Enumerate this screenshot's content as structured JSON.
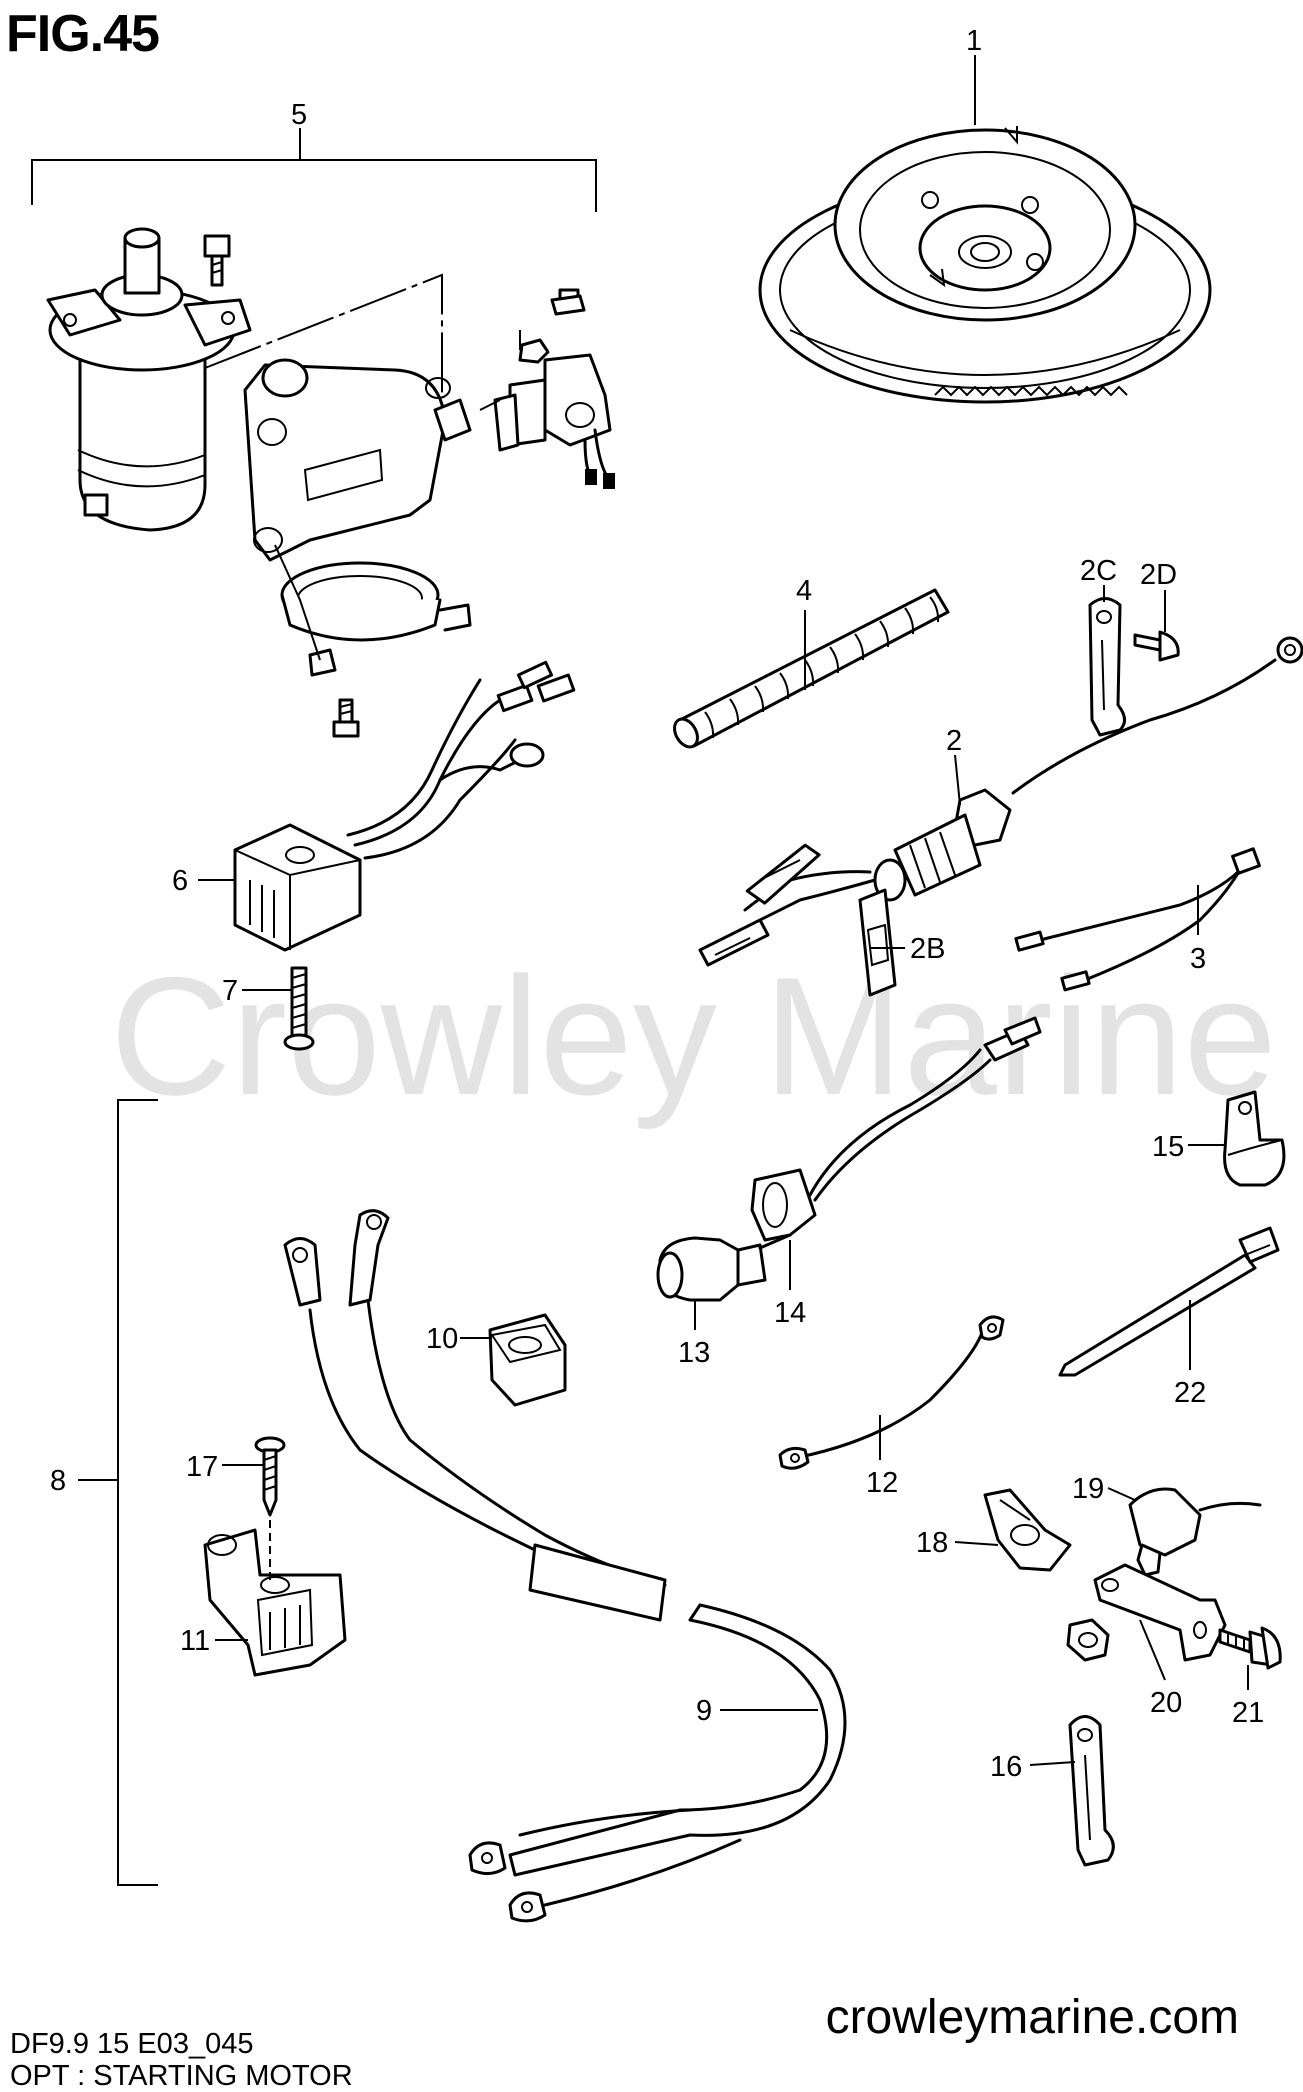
{
  "figure": {
    "title": "FIG.45",
    "watermark": "Crowley Marine",
    "website": "crowleymarine.com",
    "code": "DF9.9 15 E03_045",
    "subtitle": "OPT : STARTING MOTOR"
  },
  "callouts": {
    "c1": "1",
    "c2": "2",
    "c2b": "2B",
    "c2c": "2C",
    "c2d": "2D",
    "c3": "3",
    "c4": "4",
    "c5": "5",
    "c6": "6",
    "c7": "7",
    "c8": "8",
    "c9": "9",
    "c10": "10",
    "c11": "11",
    "c12": "12",
    "c13": "13",
    "c14": "14",
    "c15": "15",
    "c16": "16",
    "c17": "17",
    "c18": "18",
    "c19": "19",
    "c20": "20",
    "c21": "21",
    "c22": "22"
  }
}
